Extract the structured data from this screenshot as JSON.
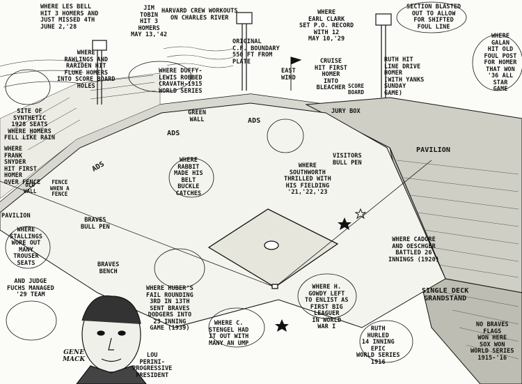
{
  "labels": {
    "les_bell": "WHERE LES BELL\nHIT 3 HOMERS AND\nJUST MISSED 4TH\nJUNE 2,'28",
    "jim_tobin": "JIM\nTOBIN\nHIT 3\nHOMERS\nMAY 13,'42",
    "harvard": "HARVARD CREW WORKOUTS\nON CHARLES RIVER",
    "earl_clark": "WHERE\nEARL CLARK\nSET P.O. RECORD\nWITH 12\nMAY 10,'29",
    "section_blasted": "SECTION BLASTED\nOUT TO ALLOW\nFOR SHIFTED\nFOUL LINE",
    "galan": "WHERE\nGALAN\nHIT OLD\nFOUL POST\nFOR HOMER\nTHAT WON\n'36 ALL STAR\nGAME",
    "rawlings": "WHERE\nRAWLINGS AND\nRARIDEN HIT\nFLUKE HOMERS\nINTO SCORE BOARD\nHOLES",
    "duffy": "WHERE DUFFY-\nLEWIS ROBBED\nCRAVATH-1915\nWORLD SERIES",
    "original_cf": "ORIGINAL\nC.F. BOUNDARY\n550 FT FROM\nPLATE",
    "east_wind": "EAST\nWIND",
    "cruise": "CRUISE\nHIT FIRST\nHOMER\nINTO\nBLEACHER",
    "score_board": "SCORE\nBOARD",
    "ruth_line_drive": "RUTH HIT\nLINE DRIVE\nHOMER\n(WITH YANKS\nSUNDAY\nGAME)",
    "jury_box": "JURY BOX",
    "synthetic_seats": "SITE OF\nSYNTHETIC\n1928 SEATS\nWHERE HOMERS\nFELL LIKE RAIN",
    "green_wall": "GREEN\nWALL",
    "ads_1": "ADS",
    "ads_2": "ADS",
    "ads_3": "ADS",
    "frank_snyder": "WHERE\nFRANK\nSNYDER\nHIT FIRST\nHOMER\nOVER FENCE",
    "old_wall": "OLD\nWALL",
    "fence_moved": "FENCE\nWHEN A\nFENCE",
    "rabbit": "WHERE\nRABBIT\nMADE HIS\nBELT\nBUCKLE\nCATCHES",
    "southworth": "WHERE\nSOUTHWORTH\nTHRILLED WITH\nHIS FIELDING\n'21,'22,'23",
    "visitors_bull_pen": "VISITORS\nBULL PEN",
    "pavilion_right": "PAVILION",
    "pavilion_left": "PAVILION",
    "braves_bull_pen": "BRAVES\nBULL PEN",
    "stallings": "WHERE\nSTALLINGS\nWORE OUT\nMANY\nTROUSER\nSEATS",
    "judge_fuchs": "AND JUDGE\nFUCHS MANAGED\n'29 TEAM",
    "braves_bench": "BRAVES\nBENCH",
    "cadore": "WHERE CADORE\nAND OESCHGER\nBATTLED 26\nINNINGS (1920)",
    "huber": "WHERE HUBER'S\nFAIL ROUNDING\n3RD IN 13TH\nSENT BRAVES\nDODGERS INTO\n23 INNING\nGAME (1939)",
    "gowdy": "WHERE H.\nGOWDY LEFT\nTO ENLIST AS\nFIRST BIG\nLEAGUER\nIN WORLD\nWAR I",
    "single_deck": "SINGLE DECK\nGRANDSTAND",
    "stengel": "WHERE C.\nSTENGEL HAD\nIT OUT WITH\nMANY AN UMP",
    "ruth_hurled": "RUTH\nHURLED\n14 INNING\nEPIC\nWORLD SERIES\n1916",
    "no_braves_flags": "NO BRAVES\nFLAGS\nWON HERE\nSOX WON\nWORLD SERIES\n1915-'16",
    "perini": "LOU\nPERINI-\nPROGRESSIVE\nPRESIDENT",
    "signature": "Gene\nMack"
  },
  "colors": {
    "ink": "#111111",
    "paper": "#fbfbf8",
    "field": "#f4f4ef"
  }
}
